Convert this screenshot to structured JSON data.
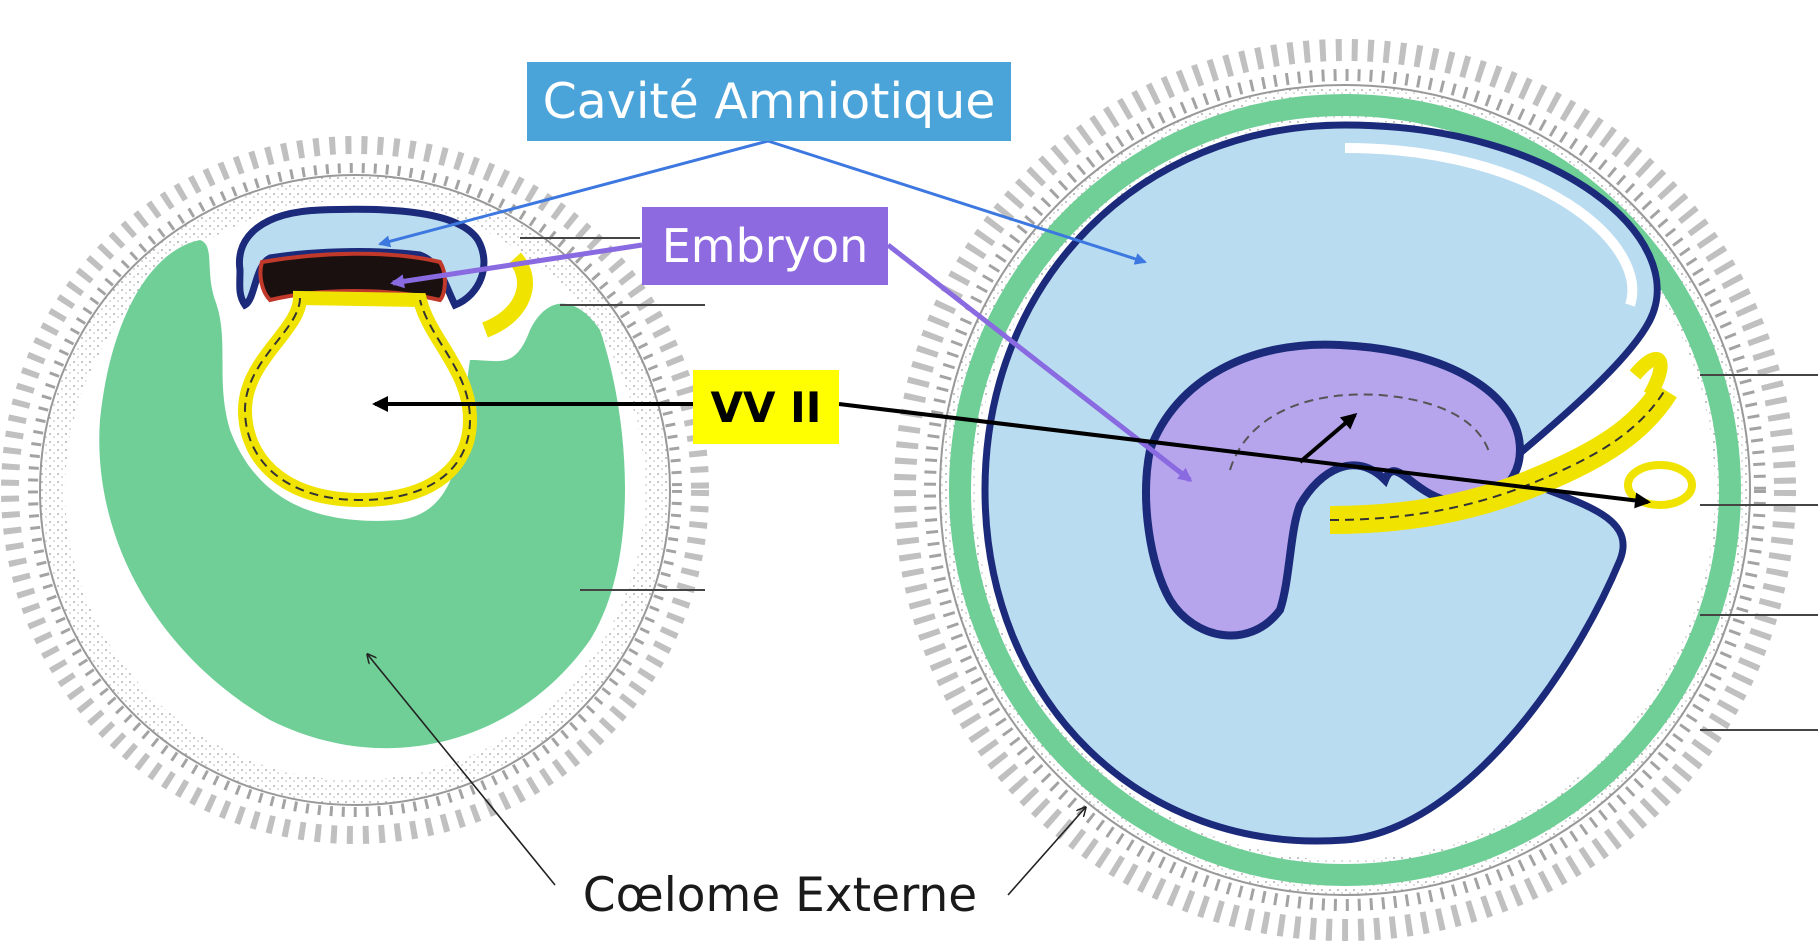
{
  "labels": {
    "amniotic_cavity": "Cavité Amniotique",
    "embryo": "Embryon",
    "yolk_sac": "VV II",
    "external_coelom": "Cœlome Externe"
  },
  "colors": {
    "amniotic_cavity": "#4aa3d9",
    "amniotic_fill": "#b9dcf1",
    "embryo": "#8e6ae0",
    "embryo_fill": "#b6a4ec",
    "yolk_sac": "#ffff00",
    "coelom": "#6fcf97",
    "ectoderm_outline": "#1b2a7a",
    "arrow_black": "#000000"
  }
}
